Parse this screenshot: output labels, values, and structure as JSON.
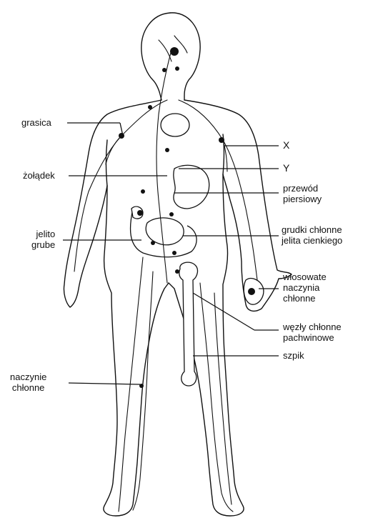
{
  "labels": {
    "grasica": "grasica",
    "zoladek": "żołądek",
    "jelito_grube": [
      "jelito",
      "grube"
    ],
    "naczynie_chlonne": [
      "naczynie",
      "chłonne"
    ],
    "x": "X",
    "y": "Y",
    "przewod_piersiowy": [
      "przewód",
      "piersiowy"
    ],
    "grudki_chlonne": [
      "grudki chłonne",
      "jelita cienkiego"
    ],
    "wlosowate": [
      "włosowate",
      "naczynia",
      "chłonne"
    ],
    "wezly_chlonne": [
      "węzły chłonne",
      "pachwinowe"
    ],
    "szpik": "szpik"
  }
}
